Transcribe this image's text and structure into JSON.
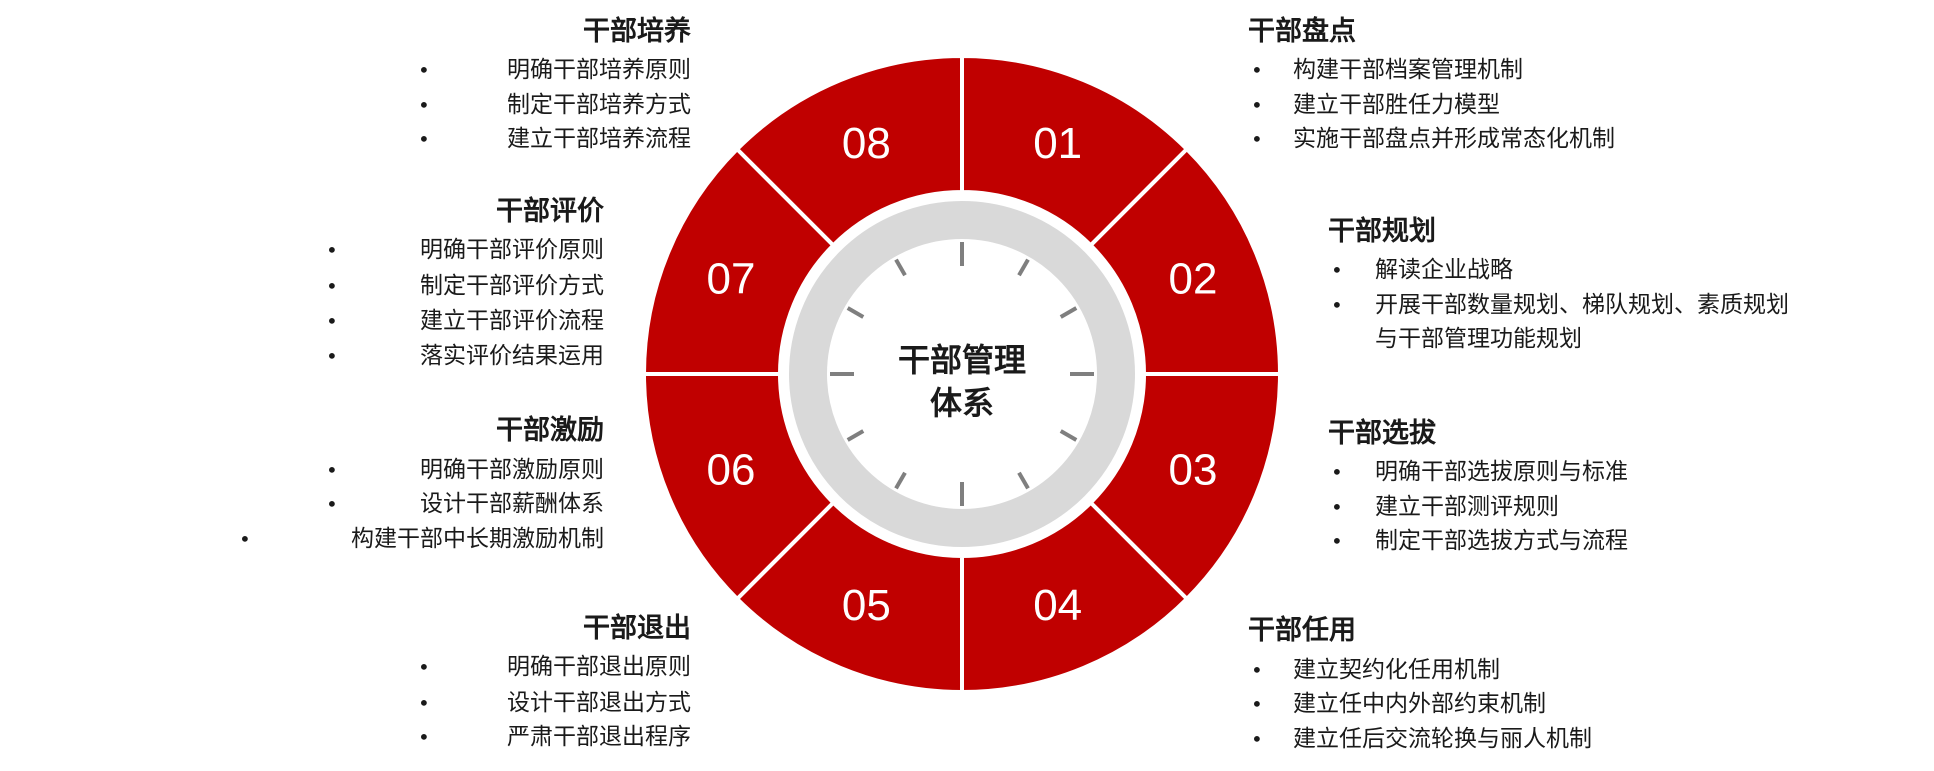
{
  "center": {
    "line1": "干部管理",
    "line2": "体系"
  },
  "colors": {
    "segment": "#C00000",
    "ring": "#D9D9D9",
    "tick": "#7F7F7F",
    "divider": "#FFFFFF"
  },
  "segments": [
    {
      "number": "01",
      "title": "干部盘点",
      "items": [
        "构建干部档案管理机制",
        "建立干部胜任力模型",
        "实施干部盘点并形成常态化机制"
      ]
    },
    {
      "number": "02",
      "title": "干部规划",
      "items": [
        "解读企业战略",
        "开展干部数量规划、梯队规划、素质规划",
        "与干部管理功能规划"
      ]
    },
    {
      "number": "03",
      "title": "干部选拔",
      "items": [
        "明确干部选拔原则与标准",
        "建立干部测评规则",
        "制定干部选拔方式与流程"
      ]
    },
    {
      "number": "04",
      "title": "干部任用",
      "items": [
        "建立契约化任用机制",
        "建立任中内外部约束机制",
        "建立任后交流轮换与丽人机制"
      ]
    },
    {
      "number": "05",
      "title": "干部退出",
      "items": [
        "明确干部退出原则",
        "设计干部退出方式",
        "严肃干部退出程序"
      ]
    },
    {
      "number": "06",
      "title": "干部激励",
      "items": [
        "明确干部激励原则",
        "设计干部薪酬体系",
        "构建干部中长期激励机制"
      ]
    },
    {
      "number": "07",
      "title": "干部评价",
      "items": [
        "明确干部评价原则",
        "制定干部评价方式",
        "建立干部评价流程",
        "落实评价结果运用"
      ]
    },
    {
      "number": "08",
      "title": "干部培养",
      "items": [
        "明确干部培养原则",
        "制定干部培养方式",
        "建立干部培养流程"
      ]
    }
  ]
}
